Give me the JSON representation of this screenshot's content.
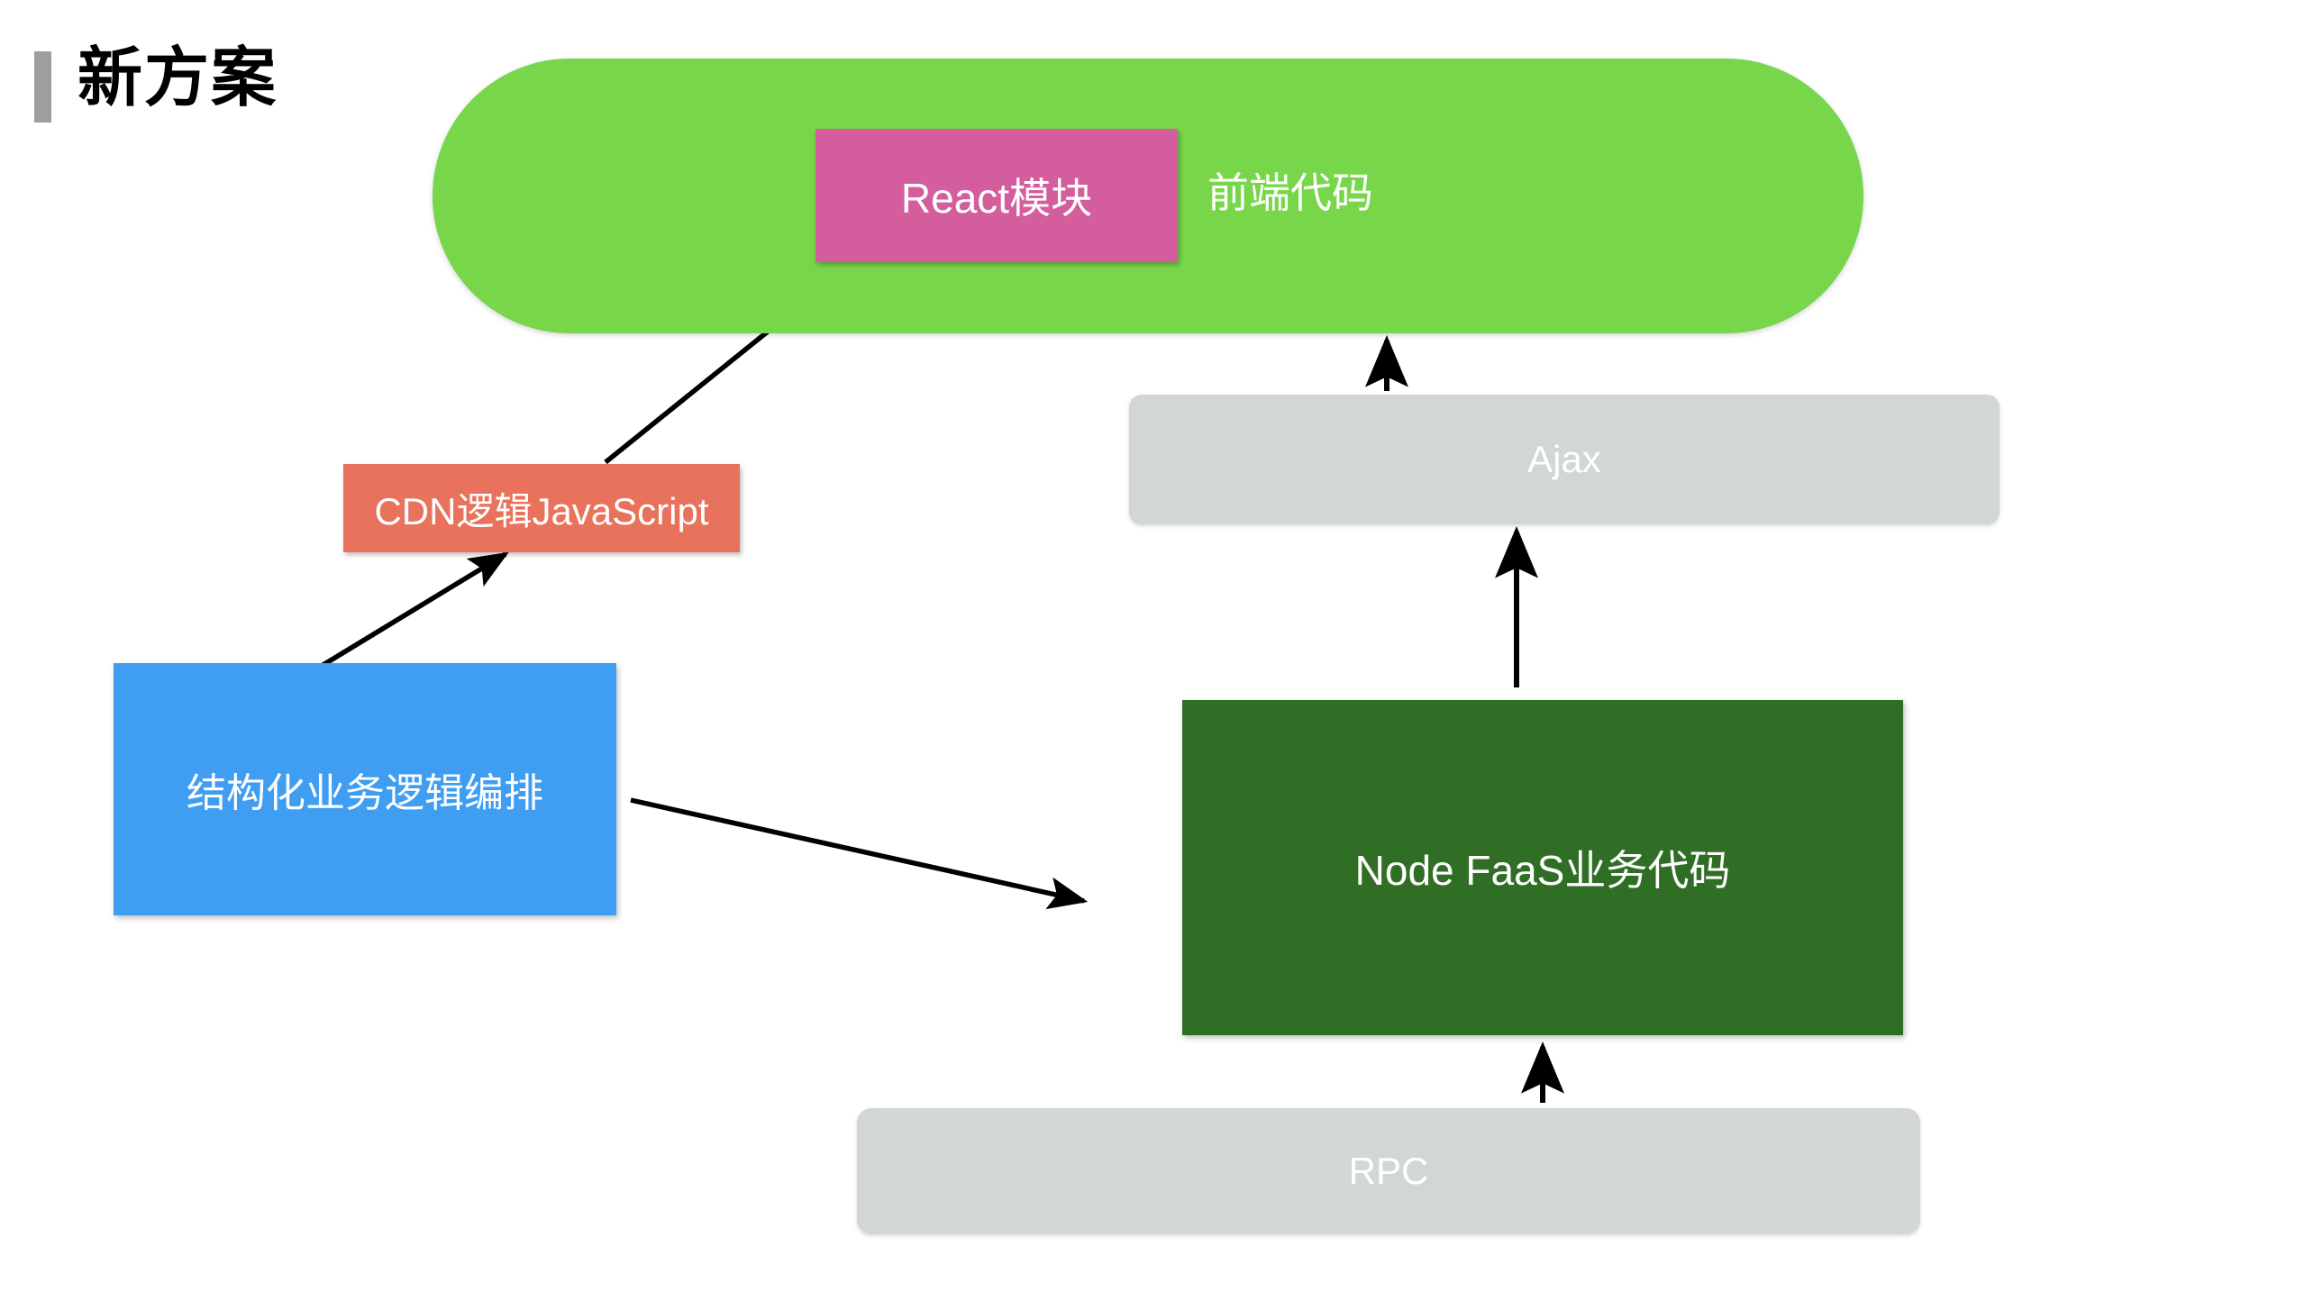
{
  "page": {
    "title": "新方案",
    "background_color": "#ffffff"
  },
  "nodes": {
    "frontend": {
      "label": "前端代码",
      "color": "#77d64a",
      "shape": "rounded-pill"
    },
    "react": {
      "label": "React模块",
      "color": "#d45d9e",
      "shape": "rectangle"
    },
    "ajax": {
      "label": "Ajax",
      "color": "#d2d6d7",
      "shape": "rounded-rectangle"
    },
    "rpc": {
      "label": "RPC",
      "color": "#d2d6d7",
      "shape": "rounded-rectangle"
    },
    "cdn": {
      "label": "CDN逻辑JavaScript",
      "color": "#e8725b",
      "shape": "rectangle"
    },
    "orchestration": {
      "label": "结构化业务逻辑编排",
      "color": "#3f9ef2",
      "shape": "rectangle"
    },
    "faas": {
      "label": "Node FaaS业务代码",
      "color": "#2f6e24",
      "shape": "rectangle"
    }
  },
  "arrows": [
    {
      "name": "cdn-to-frontend",
      "from": "cdn",
      "to": "frontend",
      "style": "diagonal"
    },
    {
      "name": "orchestration-to-cdn",
      "from": "orchestration",
      "to": "cdn",
      "style": "diagonal"
    },
    {
      "name": "orchestration-to-faas",
      "from": "orchestration",
      "to": "faas",
      "style": "diagonal"
    },
    {
      "name": "ajax-to-frontend",
      "from": "ajax",
      "to": "frontend",
      "style": "vertical"
    },
    {
      "name": "faas-to-ajax",
      "from": "faas",
      "to": "ajax",
      "style": "vertical"
    },
    {
      "name": "rpc-to-faas",
      "from": "rpc",
      "to": "faas",
      "style": "vertical"
    }
  ],
  "theme": {
    "accent_bar_color": "#9e9e9e",
    "title_color": "#000000",
    "arrow_color": "#000000",
    "node_text_color": "#ffffff"
  }
}
